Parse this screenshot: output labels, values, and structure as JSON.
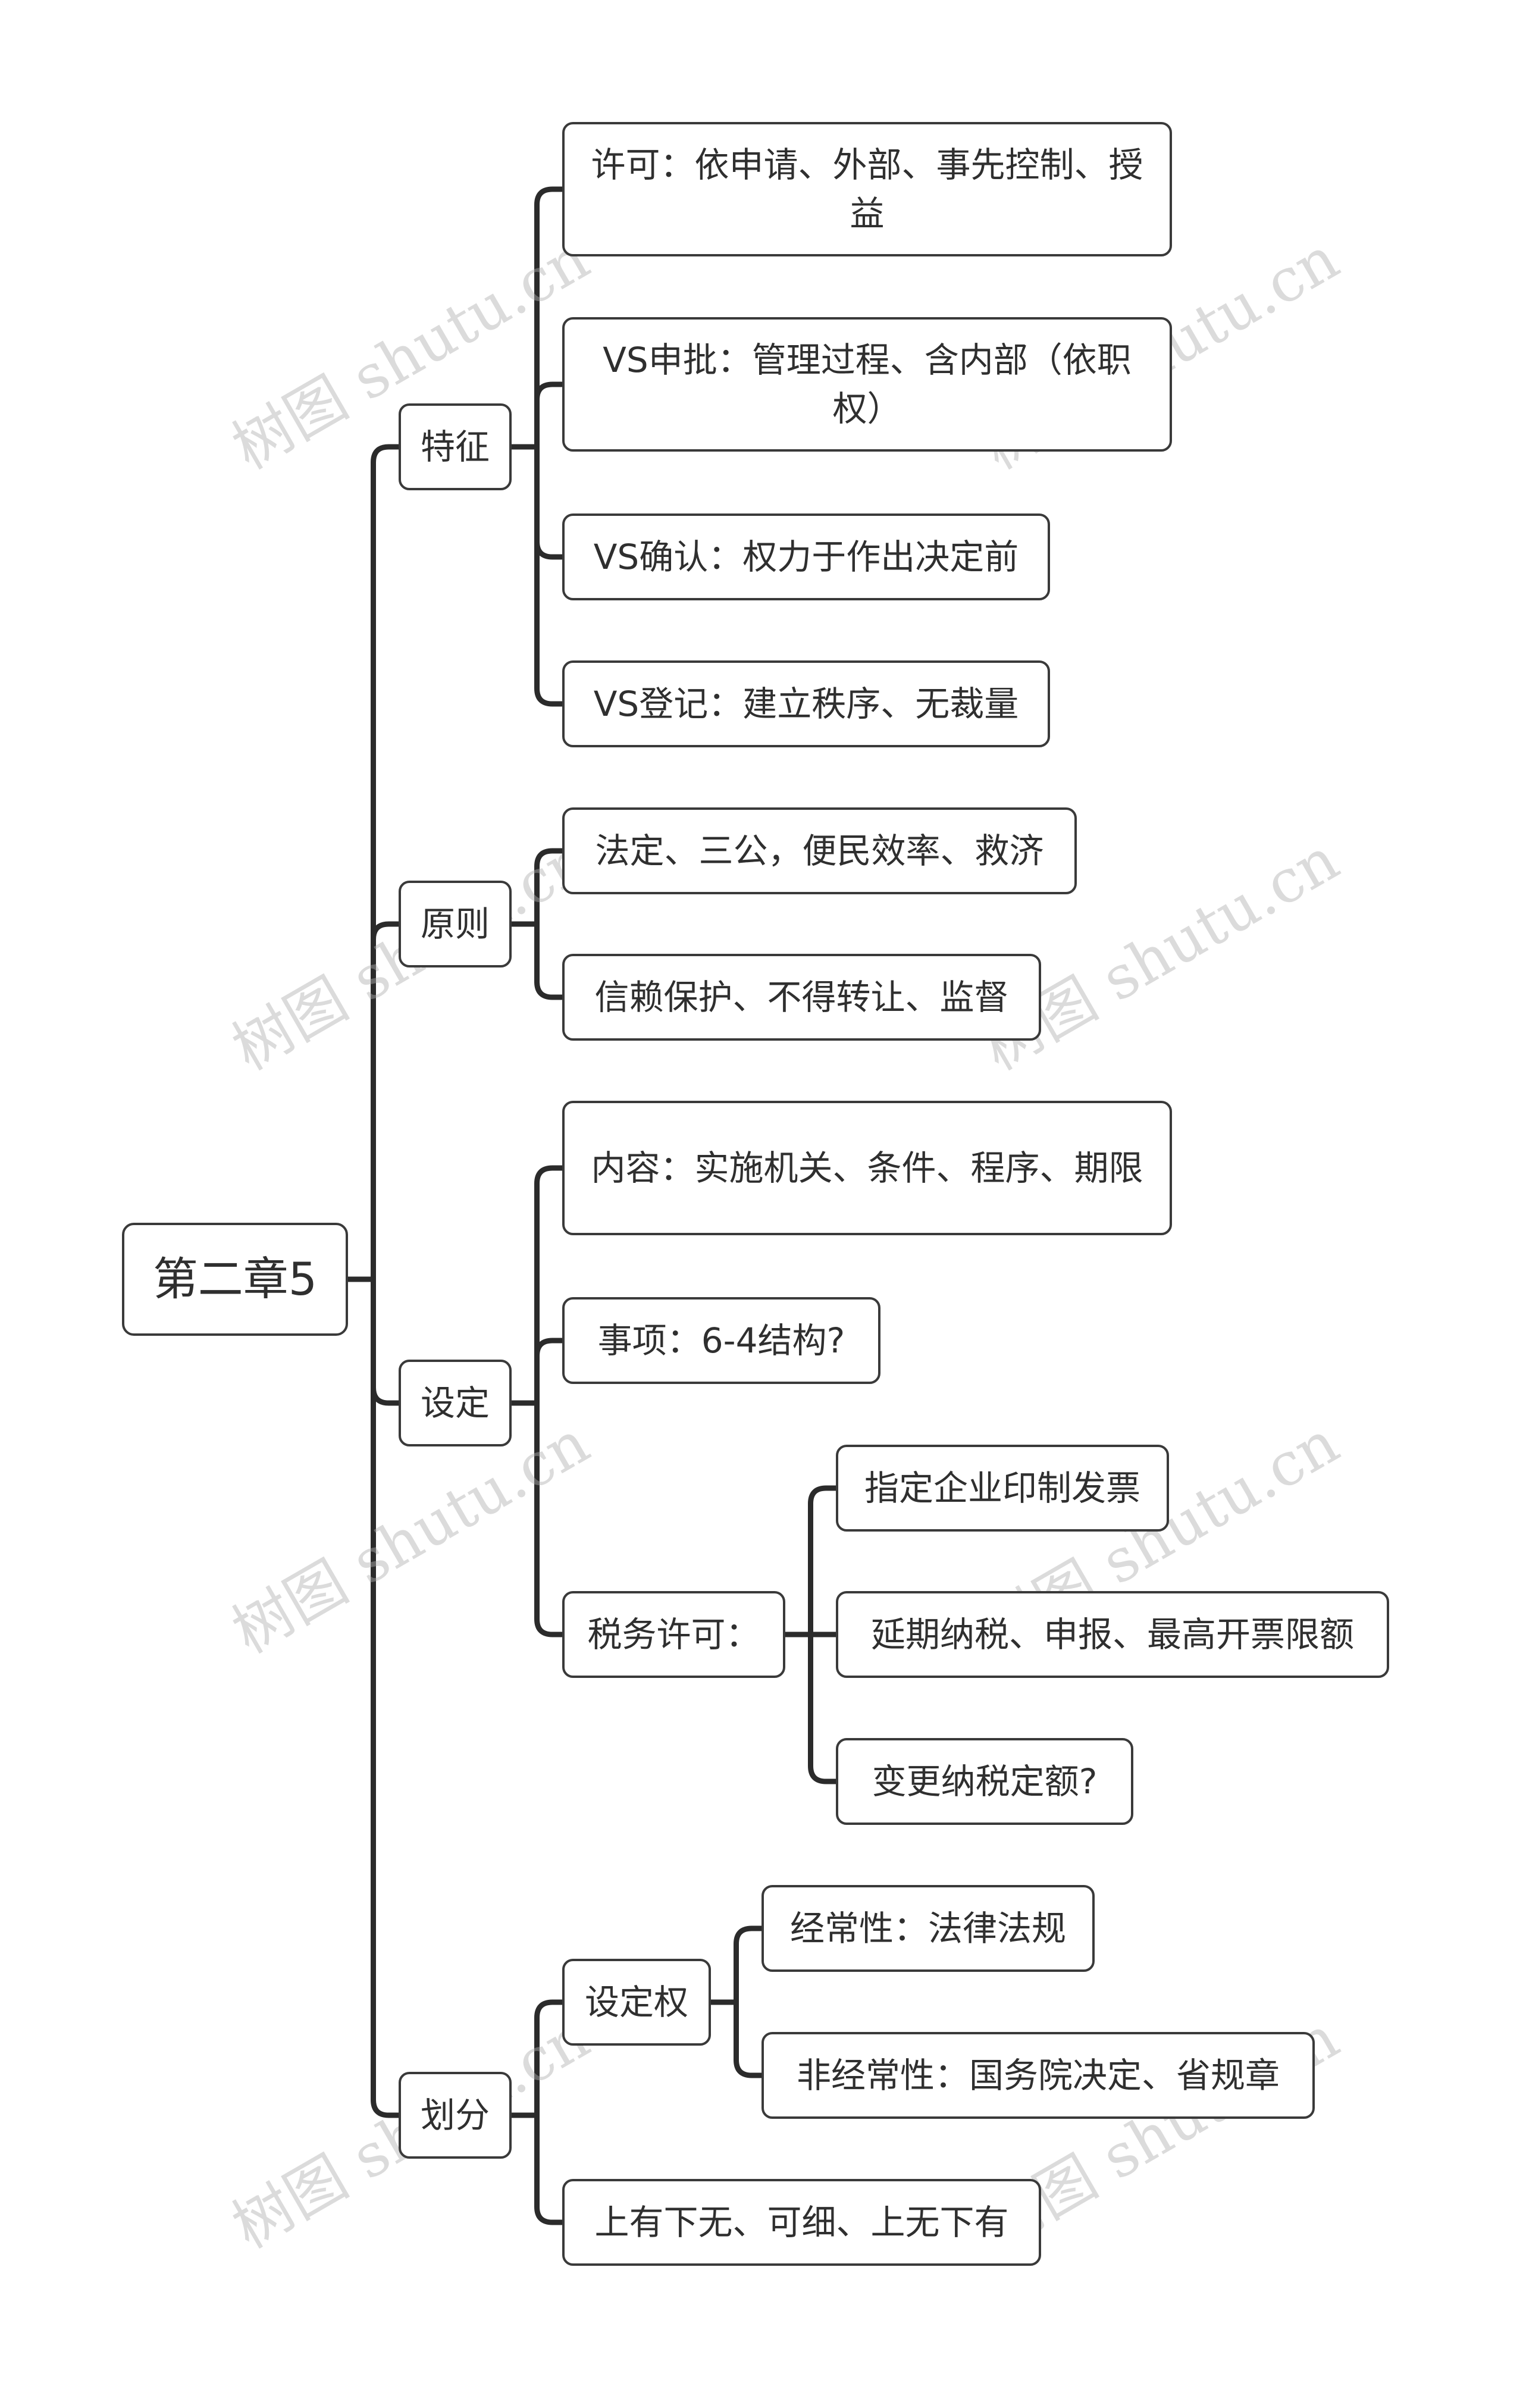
{
  "mindmap": {
    "root": "第二章5",
    "branches": [
      {
        "label": "特征",
        "children": [
          {
            "label": "许可：依申请、外部、事先控制、授益"
          },
          {
            "label": "VS申批：管理过程、含内部（依职权）"
          },
          {
            "label": "VS确认：权力于作出决定前"
          },
          {
            "label": "VS登记：建立秩序、无裁量"
          }
        ]
      },
      {
        "label": "原则",
        "children": [
          {
            "label": "法定、三公，便民效率、救济"
          },
          {
            "label": "信赖保护、不得转让、监督"
          }
        ]
      },
      {
        "label": "设定",
        "children": [
          {
            "label": "内容：实施机关、条件、程序、期限"
          },
          {
            "label": "事项：6-4结构?"
          },
          {
            "label": "税务许可：",
            "children": [
              {
                "label": "指定企业印制发票"
              },
              {
                "label": "延期纳税、申报、最高开票限额"
              },
              {
                "label": "变更纳税定额?"
              }
            ]
          }
        ]
      },
      {
        "label": "划分",
        "children": [
          {
            "label": "设定权",
            "children": [
              {
                "label": "经常性：法律法规"
              },
              {
                "label": "非经常性：国务院决定、省规章"
              }
            ]
          },
          {
            "label": "上有下无、可细、上无下有"
          }
        ]
      }
    ]
  },
  "watermark": "树图 shutu.cn"
}
